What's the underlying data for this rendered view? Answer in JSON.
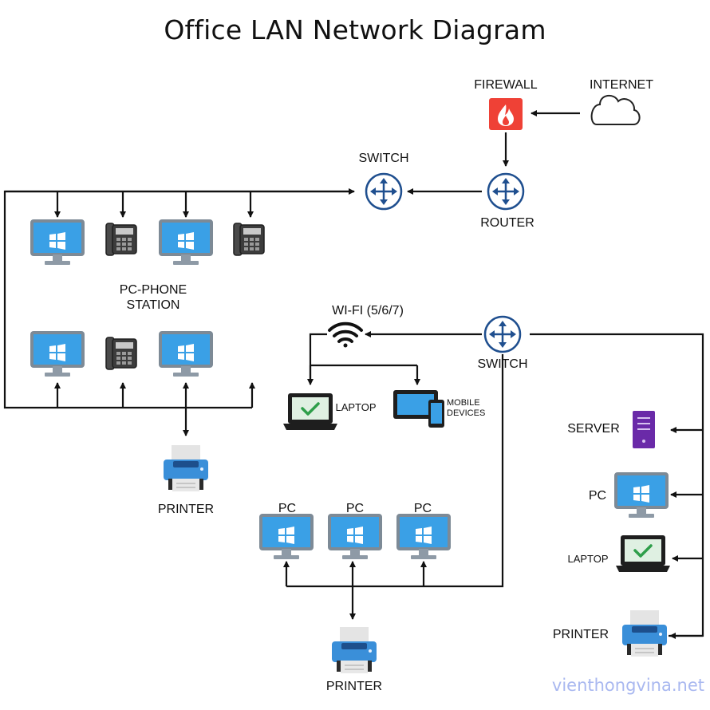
{
  "title": "Office LAN Network Diagram",
  "labels": {
    "firewall": "FIREWALL",
    "internet": "INTERNET",
    "switch_top": "SWITCH",
    "router": "ROUTER",
    "pc_phone_station_line1": "PC-PHONE",
    "pc_phone_station_line2": "STATION",
    "wifi": "WI-FI (5/6/7)",
    "switch_mid": "SWITCH",
    "laptop_wifi": "LAPTOP",
    "mobile_line1": "MOBILE",
    "mobile_line2": "DEVICES",
    "printer_left": "PRINTER",
    "pc_1": "PC",
    "pc_2": "PC",
    "pc_3": "PC",
    "printer_bottom": "PRINTER",
    "server": "SERVER",
    "pc_right": "PC",
    "laptop_right": "LAPTOP",
    "printer_right": "PRINTER"
  },
  "watermark": "vienthongvina.net",
  "colors": {
    "firewall": "#ef4136",
    "network_device": "#1f4f8f",
    "monitor_screen": "#3aa0e6",
    "server": "#6a2aa8",
    "laptop_check": "#2e9e4a",
    "watermark": "#a9b8f0"
  }
}
